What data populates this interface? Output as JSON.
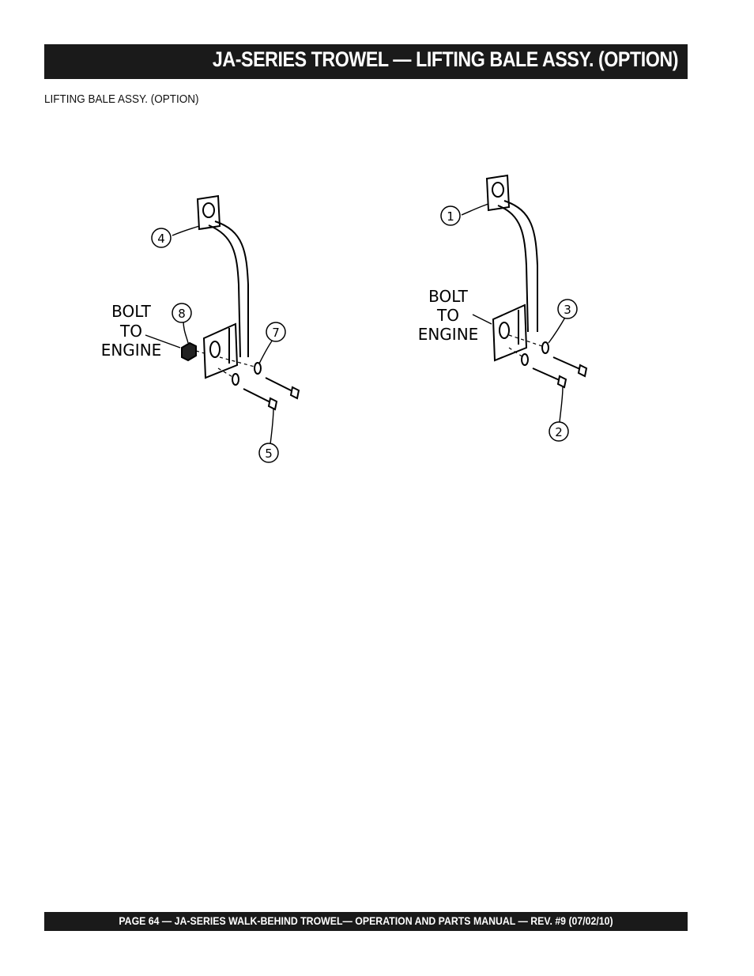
{
  "header": {
    "title": "JA-SERIES TROWEL — LIFTING BALE ASSY.  (OPTION)"
  },
  "caption": "LIFTING BALE ASSY. (OPTION)",
  "diagram": {
    "left_assembly": {
      "note_line1": "BOLT",
      "note_line2": "TO",
      "note_line3": "ENGINE",
      "callouts": [
        "4",
        "8",
        "7",
        "5"
      ]
    },
    "right_assembly": {
      "note_line1": "BOLT",
      "note_line2": "TO",
      "note_line3": "ENGINE",
      "callouts": [
        "1",
        "3",
        "2"
      ]
    }
  },
  "footer": {
    "text": "PAGE 64 — JA-SERIES  WALK-BEHIND TROWEL— OPERATION AND PARTS MANUAL — REV. #9 (07/02/10)"
  },
  "colors": {
    "bar": "#1a1a1a",
    "bar_text": "#ffffff",
    "ink": "#000000"
  }
}
